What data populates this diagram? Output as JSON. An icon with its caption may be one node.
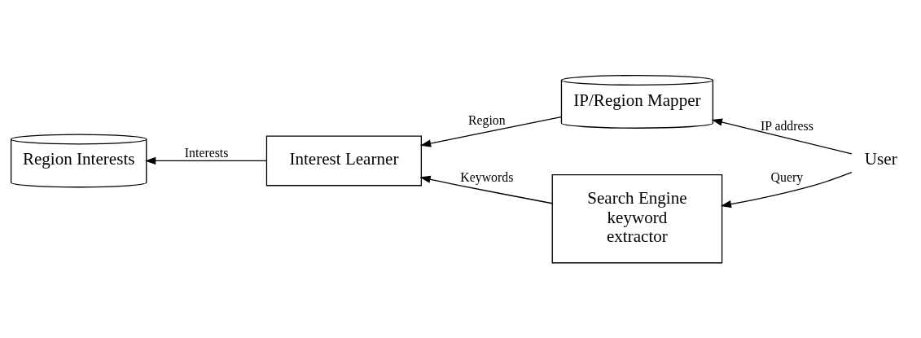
{
  "diagram": {
    "nodes": [
      {
        "text": [
          "IP/Region Mapper"
        ]
      },
      {
        "text": [
          "User"
        ]
      },
      {
        "text": [
          "Region Interests"
        ]
      },
      {
        "text": [
          "Interest Learner"
        ]
      },
      {
        "text": [
          "Search Engine keyword extractor"
        ]
      }
    ],
    "edges": [
      {
        "from": 1,
        "to": 0,
        "arrow": "to",
        "label": "IP address"
      },
      {
        "from": 0,
        "to": 3,
        "arrow": "to",
        "label": "Region"
      },
      {
        "from": 1,
        "to": 4,
        "arrow": "to",
        "label": "Query"
      },
      {
        "from": 4,
        "to": 3,
        "arrow": "to",
        "label": "Keywords"
      },
      {
        "from": 3,
        "to": 2,
        "arrow": "to",
        "label": "Interests"
      }
    ]
  }
}
